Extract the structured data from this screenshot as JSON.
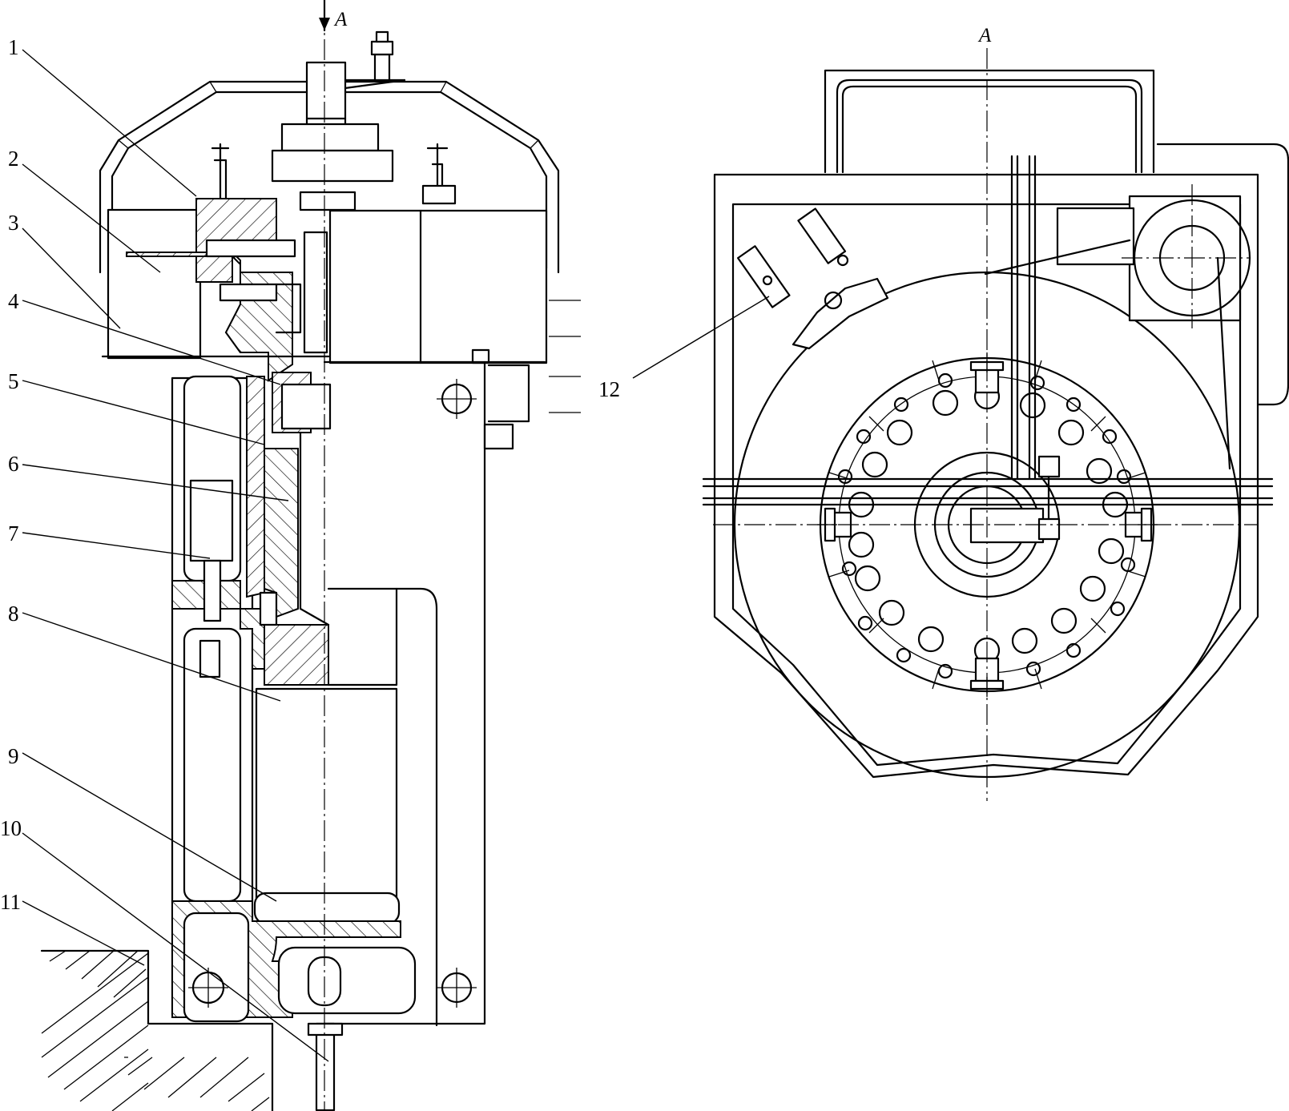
{
  "part_labels": [
    "1",
    "2",
    "3",
    "4",
    "5",
    "6",
    "7",
    "8",
    "9",
    "10",
    "11",
    "12"
  ],
  "section_mark_left": "A",
  "section_mark_right": "A"
}
